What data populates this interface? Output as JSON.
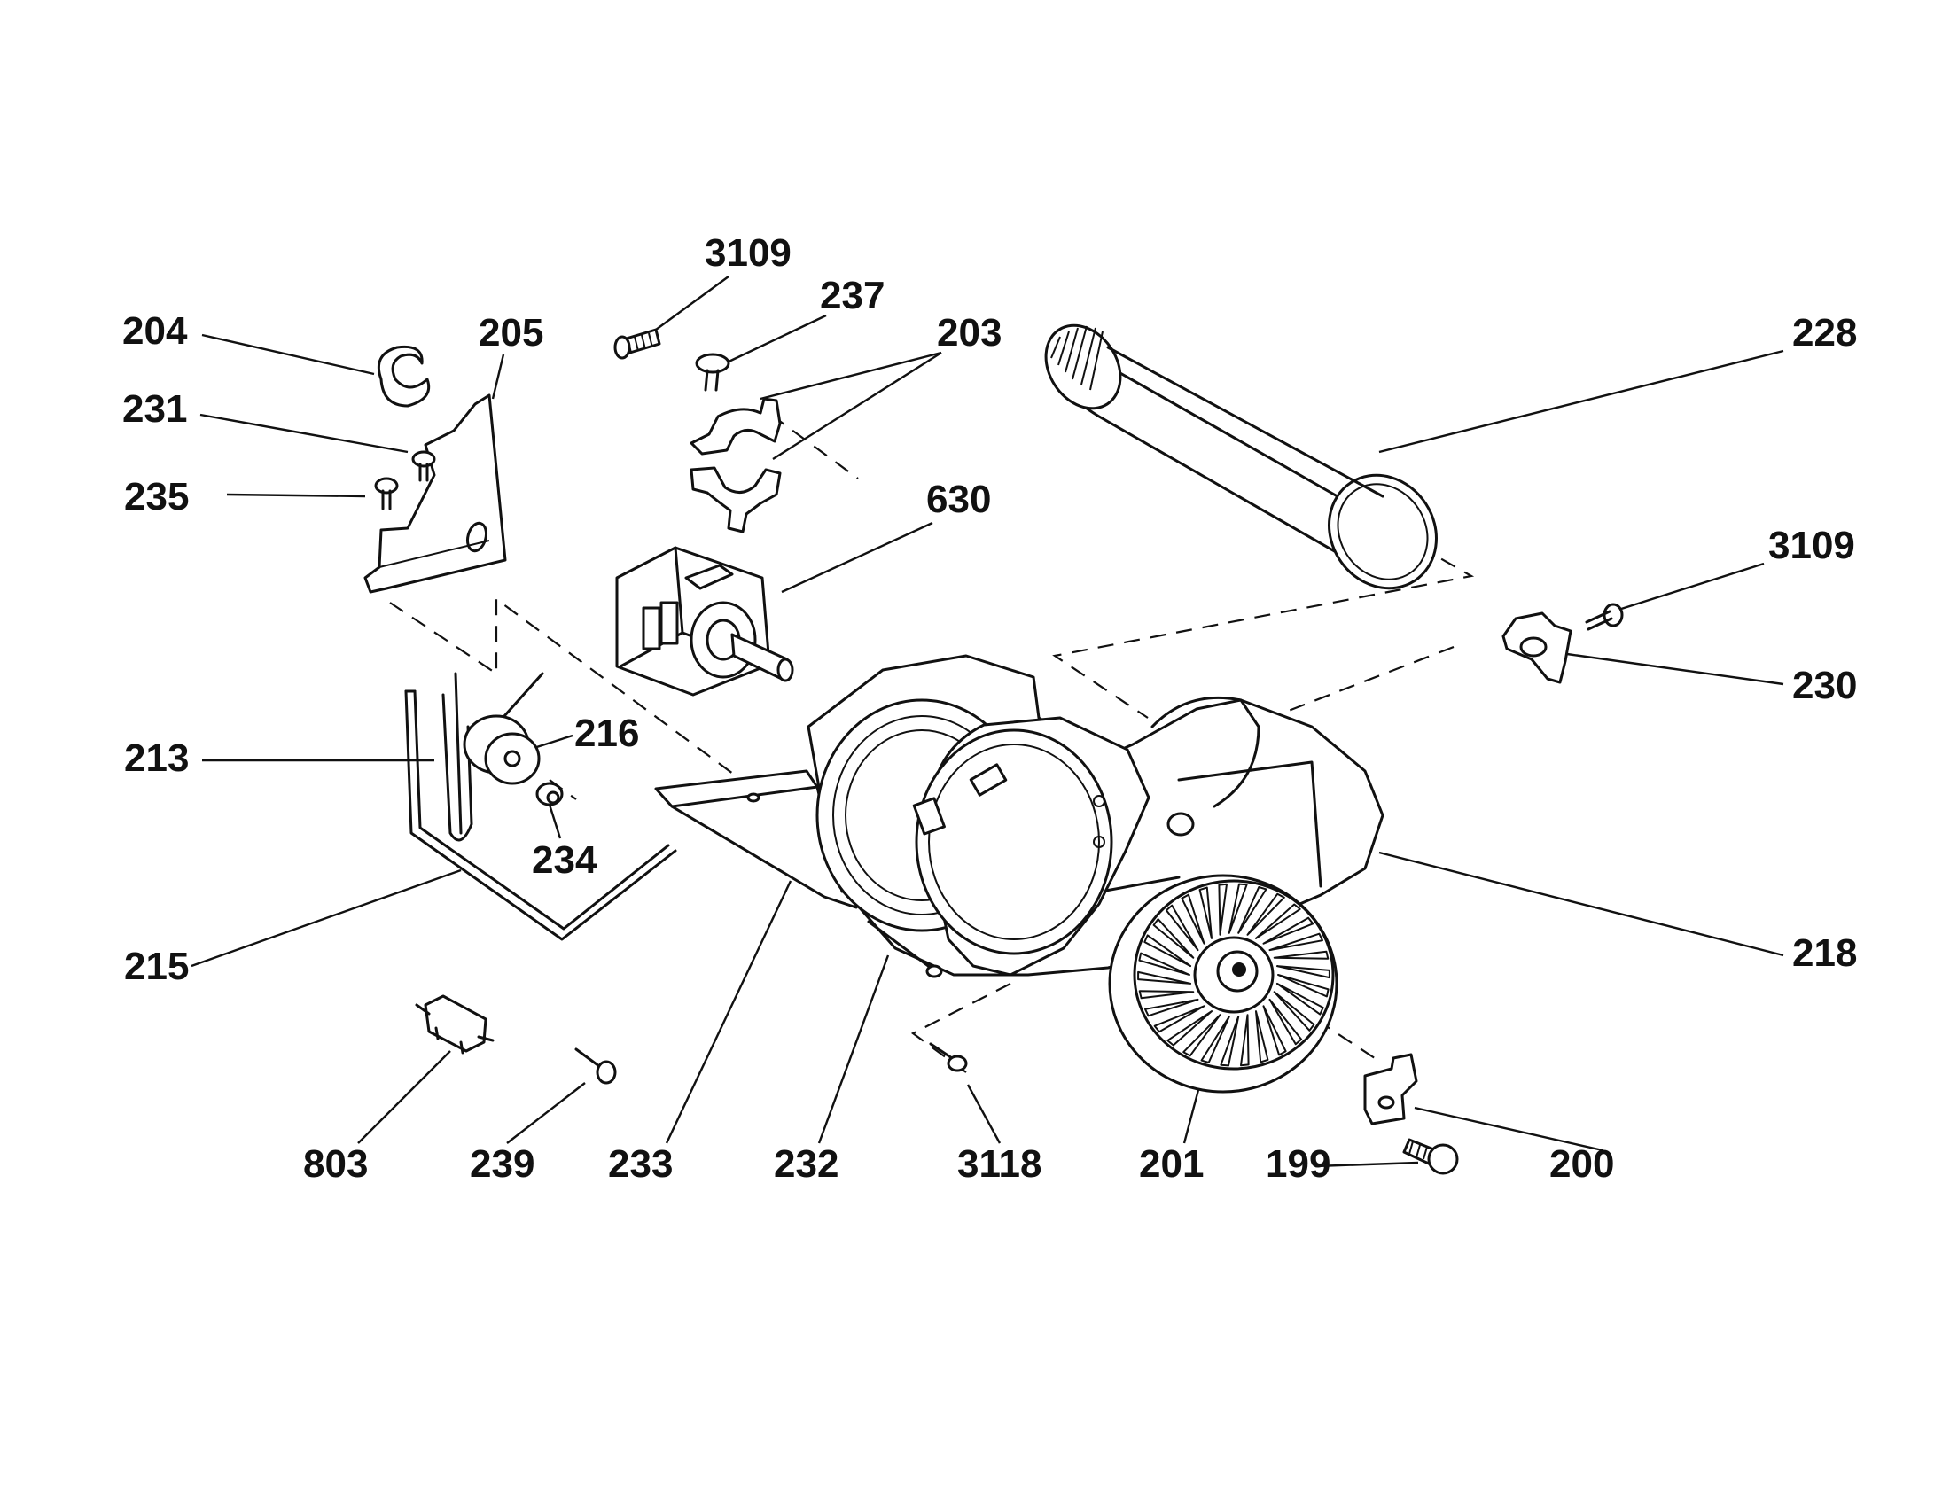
{
  "labels": {
    "p3109_top": "3109",
    "p237": "237",
    "p203": "203",
    "p228": "228",
    "p204": "204",
    "p205": "205",
    "p231": "231",
    "p235": "235",
    "p630": "630",
    "p3109_right": "3109",
    "p230": "230",
    "p213": "213",
    "p216": "216",
    "p234": "234",
    "p215": "215",
    "p218": "218",
    "p803": "803",
    "p239": "239",
    "p233": "233",
    "p232": "232",
    "p3118": "3118",
    "p201": "201",
    "p199": "199",
    "p200": "200"
  }
}
